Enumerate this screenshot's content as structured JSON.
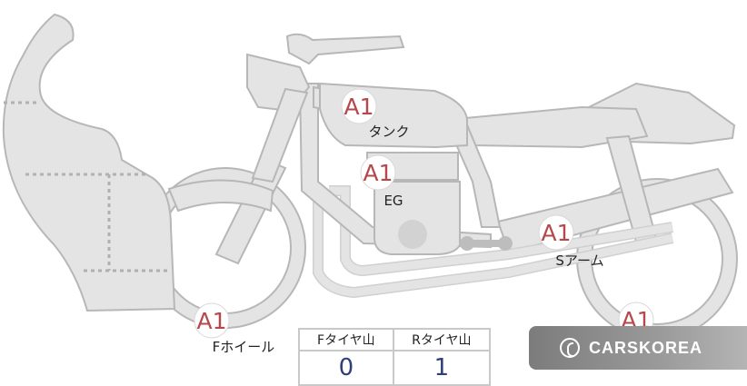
{
  "markers": {
    "tank": {
      "code": "A1",
      "label": "タンク"
    },
    "engine": {
      "code": "A1",
      "label": "EG"
    },
    "swingarm": {
      "code": "A1",
      "label": "Sアーム"
    },
    "front_wheel": {
      "code": "A1",
      "label": "Fホイール"
    },
    "rear_wheel": {
      "code": "A1"
    }
  },
  "tread_table": {
    "front_header": "Fタイヤ山",
    "rear_header": "Rタイヤ山",
    "front_value": "0",
    "rear_value": "1"
  },
  "brand": {
    "name": "CARSKOREA",
    "logo_icon": "flame-c-logo-icon"
  },
  "colors": {
    "part_fill": "#e4e4e4",
    "part_stroke": "#b7b7b7",
    "marker_text": "#b5484a",
    "value_text": "#2e3f7a"
  }
}
